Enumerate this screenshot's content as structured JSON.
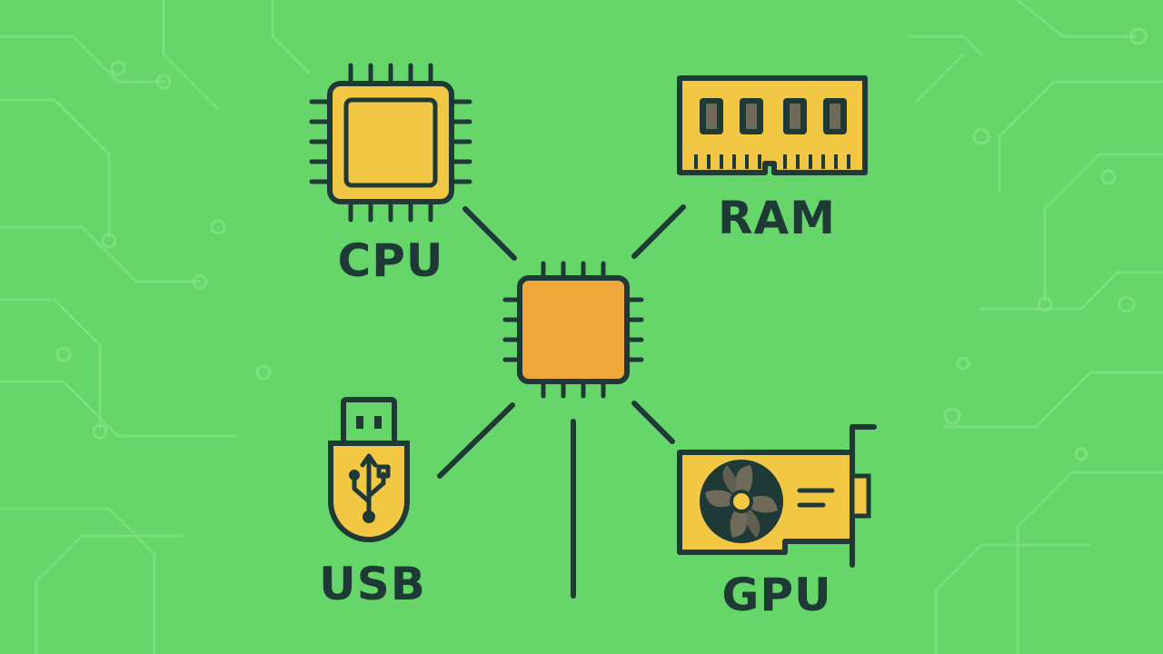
{
  "labels": {
    "cpu": "CPU",
    "ram": "RAM",
    "usb": "USB",
    "gpu": "GPU"
  },
  "colors": {
    "background": "#66d66a",
    "trace": "#8ae88c",
    "outline": "#1f3a36",
    "component_fill": "#f2c744",
    "hub_fill": "#f0a83a",
    "fan_blade": "#6f6a5a"
  },
  "icons": {
    "hub": "chip-icon",
    "cpu": "cpu-chip-icon",
    "ram": "memory-stick-icon",
    "usb": "usb-drive-icon",
    "gpu": "graphics-card-icon"
  }
}
